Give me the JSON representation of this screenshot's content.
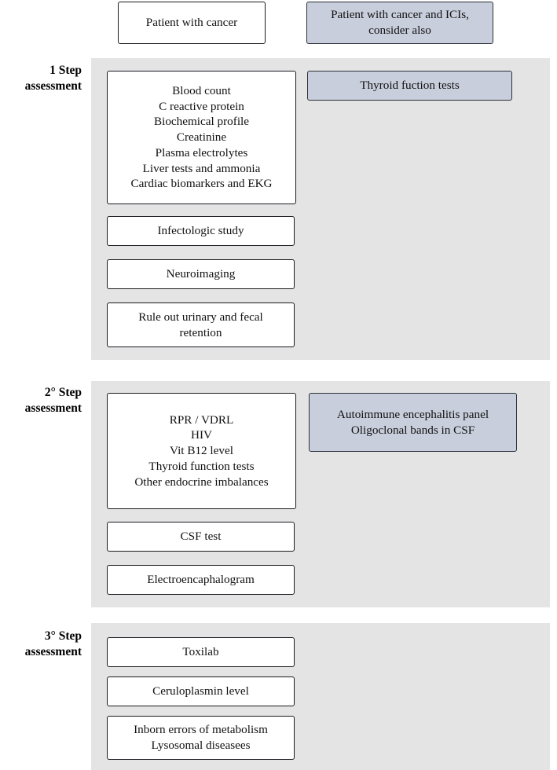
{
  "header": {
    "left_box": [
      "Patient with cancer"
    ],
    "right_box": [
      "Patient with cancer and ICIs,",
      "consider also"
    ]
  },
  "steps": [
    {
      "label_line1": "1 Step",
      "label_line2": "assessment",
      "primary_panel": [
        "Blood count",
        "C reactive protein",
        "Biochemical profile",
        "Creatinine",
        "Plasma electrolytes",
        "Liver tests and ammonia",
        "Cardiac biomarkers and EKG"
      ],
      "additional_boxes": [
        [
          "Infectologic study"
        ],
        [
          "Neuroimaging"
        ],
        [
          "Rule out urinary and fecal",
          "retention"
        ]
      ],
      "ici_boxes": [
        [
          "Thyroid fuction tests"
        ]
      ]
    },
    {
      "label_line1": "2° Step",
      "label_line2": "assessment",
      "primary_panel": [
        "RPR / VDRL",
        "HIV",
        "Vit B12 level",
        "Thyroid function tests",
        "Other endocrine imbalances"
      ],
      "additional_boxes": [
        [
          "CSF test"
        ],
        [
          "Electroencaphalogram"
        ]
      ],
      "ici_boxes": [
        [
          "Autoimmune encephalitis panel",
          "Oligoclonal bands in CSF"
        ]
      ]
    },
    {
      "label_line1": "3°  Step",
      "label_line2": "assessment",
      "primary_panel": [],
      "additional_boxes": [
        [
          "Toxilab"
        ],
        [
          "Ceruloplasmin level"
        ],
        [
          "Inborn errors of metabolism",
          "Lysosomal diseasees"
        ]
      ],
      "ici_boxes": []
    }
  ],
  "colors": {
    "band_background": "#e4e4e4",
    "shaded_box_fill": "#c8cedb",
    "box_border": "#1b1b22",
    "page_background": "#ffffff",
    "text": "#111111"
  }
}
